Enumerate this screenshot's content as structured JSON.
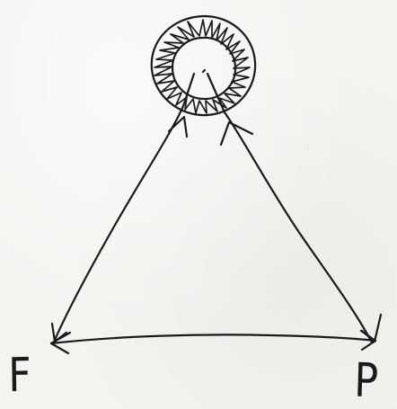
{
  "diagram": {
    "nodes": [
      {
        "id": "top",
        "label": ""
      },
      {
        "id": "left",
        "label": "F"
      },
      {
        "id": "right",
        "label": "P"
      }
    ],
    "edges": [
      {
        "from": "top",
        "to": "left",
        "arrows": "both"
      },
      {
        "from": "top",
        "to": "right",
        "arrows": "both"
      },
      {
        "from": "left",
        "to": "right",
        "arrows": "both"
      }
    ],
    "ink_color": "#1a1a1a",
    "paper_color": "#f3f3f0"
  }
}
